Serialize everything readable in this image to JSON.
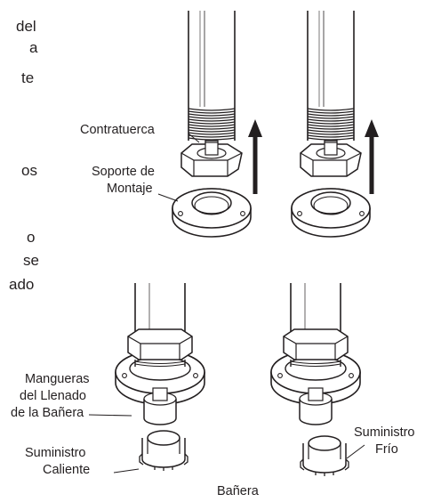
{
  "page": {
    "left_text_fragments": [
      "del",
      "a",
      "te",
      "os",
      "o",
      "se",
      "ado"
    ]
  },
  "diagram": {
    "labels": {
      "locknut": "Contratuerca",
      "mount_bracket_line1": "Soporte de",
      "mount_bracket_line2": "Montaje",
      "hoses_line1": "Mangueras",
      "hoses_line2": "del Llenado",
      "hoses_line3": "de la Bañera",
      "hot_line1": "Suministro",
      "hot_line2": "Caliente",
      "cold_line1": "Suministro",
      "cold_line2": "Frío",
      "tub": "Bañera"
    }
  },
  "colors": {
    "line": "#231f20",
    "background": "#ffffff"
  }
}
